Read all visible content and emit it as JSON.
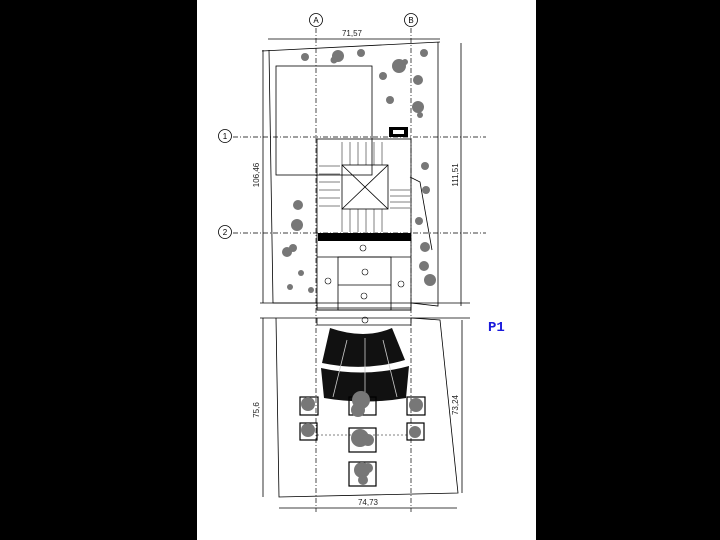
{
  "drawing": {
    "grid_labels": {
      "a": "A",
      "b": "B",
      "one": "1",
      "two": "2"
    },
    "dimensions": {
      "top_width": "71,57",
      "bottom_width": "74,73",
      "left_upper_height": "106,46",
      "right_upper_height": "111,51",
      "left_lower_height": "75,6",
      "right_lower_height": "73,24"
    },
    "sheet_label": "P1",
    "colors": {
      "background": "#000000",
      "paper": "#ffffff",
      "label": "#1a1adc",
      "trees": "#777777"
    }
  }
}
